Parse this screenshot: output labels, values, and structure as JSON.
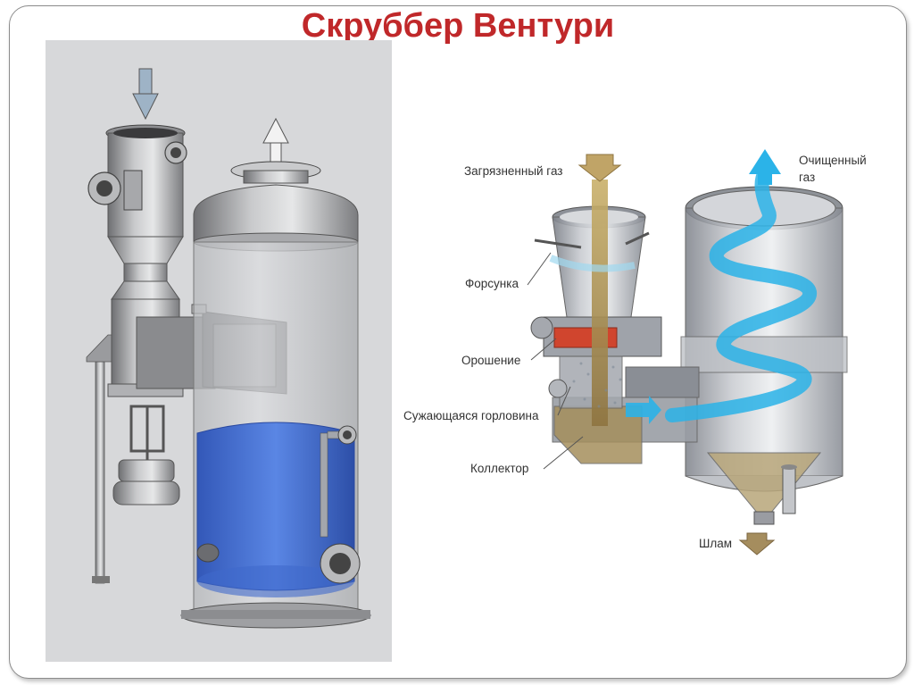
{
  "title": "Скруббер Вентури",
  "labels": {
    "dirty_gas": "Загрязненный газ",
    "clean_gas_line1": "Очищенный",
    "clean_gas_line2": "газ",
    "nozzle": "Форсунка",
    "irrigation": "Орошение",
    "throat": "Сужающаяся горловина",
    "collector": "Коллектор",
    "sludge": "Шлам"
  },
  "colors": {
    "title": "#c0282a",
    "panel_bg": "#d7d8da",
    "water": "#3d6fd6",
    "gas_flow": "#2bb3e8",
    "dirty_gas": "#b89a55",
    "throat_red": "#d0452e"
  }
}
